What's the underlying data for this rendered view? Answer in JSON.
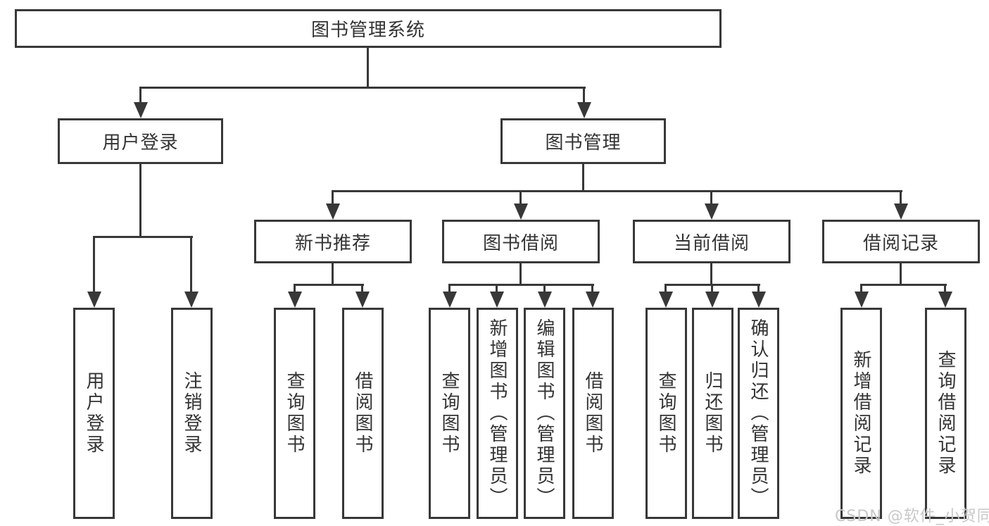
{
  "colors": {
    "line": "#383838",
    "text": "#333333",
    "watermark": "#c8c8c8",
    "background": "#ffffff"
  },
  "root": {
    "label": "图书管理系统"
  },
  "branches": [
    {
      "label": "用户登录",
      "children": [
        {
          "label": "用户登录"
        },
        {
          "label": "注销登录"
        }
      ]
    },
    {
      "label": "图书管理",
      "children": [
        {
          "label": "新书推荐",
          "children": [
            {
              "label": "查询图书"
            },
            {
              "label": "借阅图书"
            }
          ]
        },
        {
          "label": "图书借阅",
          "children": [
            {
              "label": "查询图书"
            },
            {
              "label": "新增图书（管理员）"
            },
            {
              "label": "编辑图书（管理员）"
            },
            {
              "label": "借阅图书"
            }
          ]
        },
        {
          "label": "当前借阅",
          "children": [
            {
              "label": "查询图书"
            },
            {
              "label": "归还图书"
            },
            {
              "label": "确认归还（管理员）"
            }
          ]
        },
        {
          "label": "借阅记录",
          "children": [
            {
              "label": "新增借阅记录"
            },
            {
              "label": "查询借阅记录"
            }
          ]
        }
      ]
    }
  ],
  "watermark": {
    "text": "CSDN @软件_小贺同学"
  }
}
